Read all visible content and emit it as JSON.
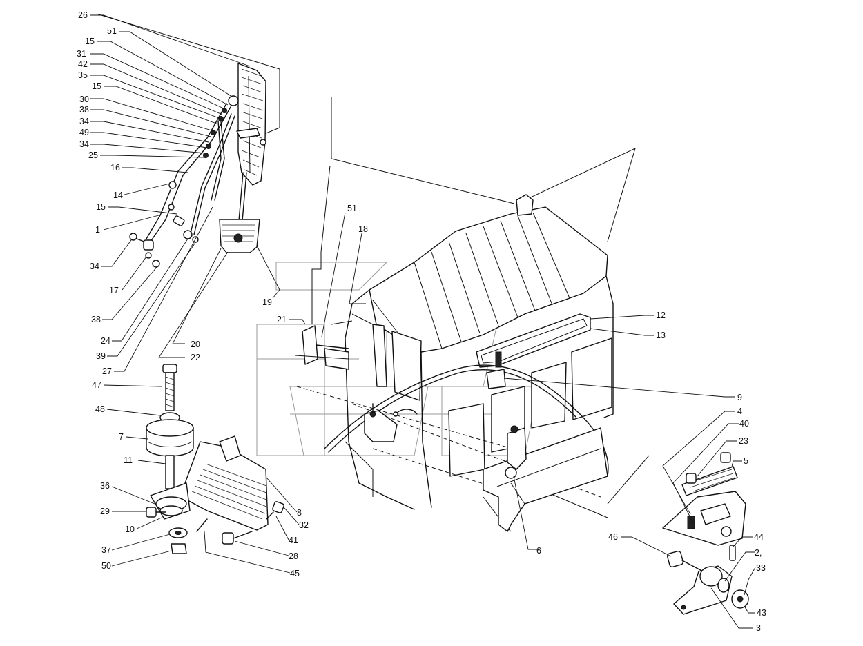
{
  "diagram": {
    "callouts": [
      {
        "id": "c26a",
        "label": "26"
      },
      {
        "id": "c51a",
        "label": "51"
      },
      {
        "id": "c15a",
        "label": "15"
      },
      {
        "id": "c31",
        "label": "31"
      },
      {
        "id": "c42",
        "label": "42"
      },
      {
        "id": "c35",
        "label": "35"
      },
      {
        "id": "c15b",
        "label": "15"
      },
      {
        "id": "c30",
        "label": "30"
      },
      {
        "id": "c38a",
        "label": "38"
      },
      {
        "id": "c34a",
        "label": "34"
      },
      {
        "id": "c49",
        "label": "49"
      },
      {
        "id": "c34b",
        "label": "34"
      },
      {
        "id": "c25",
        "label": "25"
      },
      {
        "id": "c16",
        "label": "16"
      },
      {
        "id": "c14",
        "label": "14"
      },
      {
        "id": "c15c",
        "label": "15"
      },
      {
        "id": "c1",
        "label": "1"
      },
      {
        "id": "c34c",
        "label": "34"
      },
      {
        "id": "c17",
        "label": "17"
      },
      {
        "id": "c38b",
        "label": "38"
      },
      {
        "id": "c24",
        "label": "24"
      },
      {
        "id": "c39",
        "label": "39"
      },
      {
        "id": "c27",
        "label": "27"
      },
      {
        "id": "c19",
        "label": "19"
      },
      {
        "id": "c21",
        "label": "21"
      },
      {
        "id": "c20",
        "label": "20"
      },
      {
        "id": "c22",
        "label": "22"
      },
      {
        "id": "c51b",
        "label": "51"
      },
      {
        "id": "c18",
        "label": "18"
      },
      {
        "id": "c12",
        "label": "12"
      },
      {
        "id": "c13",
        "label": "13"
      },
      {
        "id": "c9",
        "label": "9"
      },
      {
        "id": "c47",
        "label": "47"
      },
      {
        "id": "c48",
        "label": "48"
      },
      {
        "id": "c7",
        "label": "7"
      },
      {
        "id": "c11",
        "label": "11"
      },
      {
        "id": "c36",
        "label": "36"
      },
      {
        "id": "c29",
        "label": "29"
      },
      {
        "id": "c10",
        "label": "10"
      },
      {
        "id": "c8",
        "label": "8"
      },
      {
        "id": "c32",
        "label": "32"
      },
      {
        "id": "c41",
        "label": "41"
      },
      {
        "id": "c37",
        "label": "37"
      },
      {
        "id": "c50",
        "label": "50"
      },
      {
        "id": "c28",
        "label": "28"
      },
      {
        "id": "c45",
        "label": "45"
      },
      {
        "id": "c6",
        "label": "6"
      },
      {
        "id": "c4",
        "label": "4"
      },
      {
        "id": "c40",
        "label": "40"
      },
      {
        "id": "c23",
        "label": "23"
      },
      {
        "id": "c5",
        "label": "5"
      },
      {
        "id": "c46",
        "label": "46"
      },
      {
        "id": "c44",
        "label": "44"
      },
      {
        "id": "c2",
        "label": "2,"
      },
      {
        "id": "c33",
        "label": "33"
      },
      {
        "id": "c43",
        "label": "43"
      },
      {
        "id": "c3",
        "label": "3"
      }
    ]
  }
}
